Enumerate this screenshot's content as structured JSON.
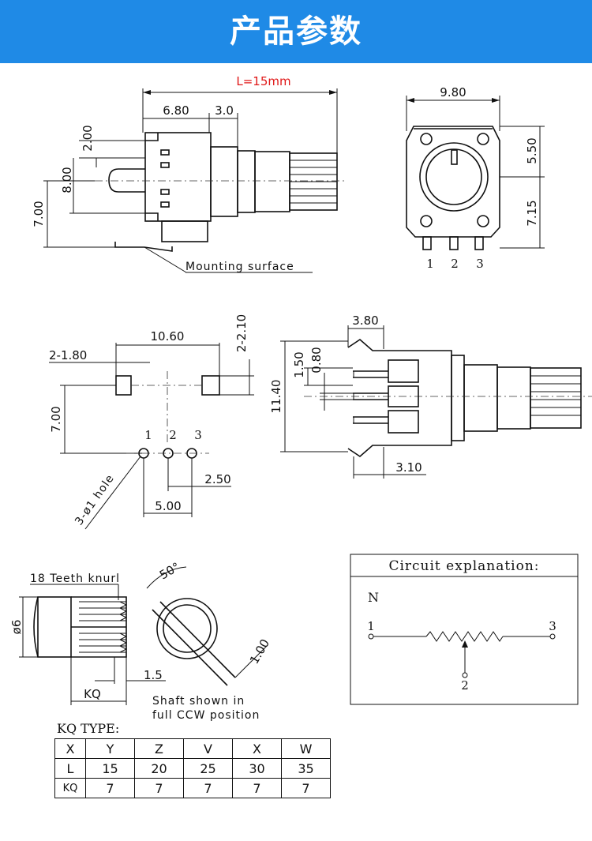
{
  "banner": {
    "title": "产品参数",
    "color": "#1f8ae6"
  },
  "front_view": {
    "length_label": "L=15mm",
    "dims": [
      "6.80",
      "3.0",
      "2.00",
      "8.00",
      "7.00"
    ],
    "mounting_label": "Mounting surface"
  },
  "side_view": {
    "dims": [
      "9.80",
      "5.50",
      "7.15"
    ],
    "pins": [
      "1",
      "2",
      "3"
    ]
  },
  "footprint": {
    "dims": [
      "10.60",
      "2-1.80",
      "2-2.10",
      "7.00",
      "2.50",
      "5.00"
    ],
    "pins": [
      "1",
      "2",
      "3"
    ],
    "hole_label": "3-ø1 hole"
  },
  "top_view": {
    "dims": [
      "3.80",
      "1.50",
      "0.80",
      "11.40",
      "3.10"
    ]
  },
  "shaft_detail": {
    "knurl_label": "18 Teeth knurl",
    "diameter_label": "ø6",
    "angle_label": "50°",
    "flat_label": "1.00",
    "step_label": "1.5",
    "kq_label": "KQ",
    "caption_line1": "Shaft shown in",
    "caption_line2": "full CCW position"
  },
  "circuit": {
    "title": "Circuit explanation:",
    "n_label": "N",
    "pin1": "1",
    "pin2": "2",
    "pin3": "3"
  },
  "kq_type": {
    "title": "KQ TYPE:",
    "header": [
      "X",
      "Y",
      "Z",
      "V",
      "X",
      "W"
    ],
    "rows": [
      [
        "L",
        "15",
        "20",
        "25",
        "30",
        "35"
      ],
      [
        "KQ",
        "7",
        "7",
        "7",
        "7",
        "7"
      ]
    ]
  }
}
